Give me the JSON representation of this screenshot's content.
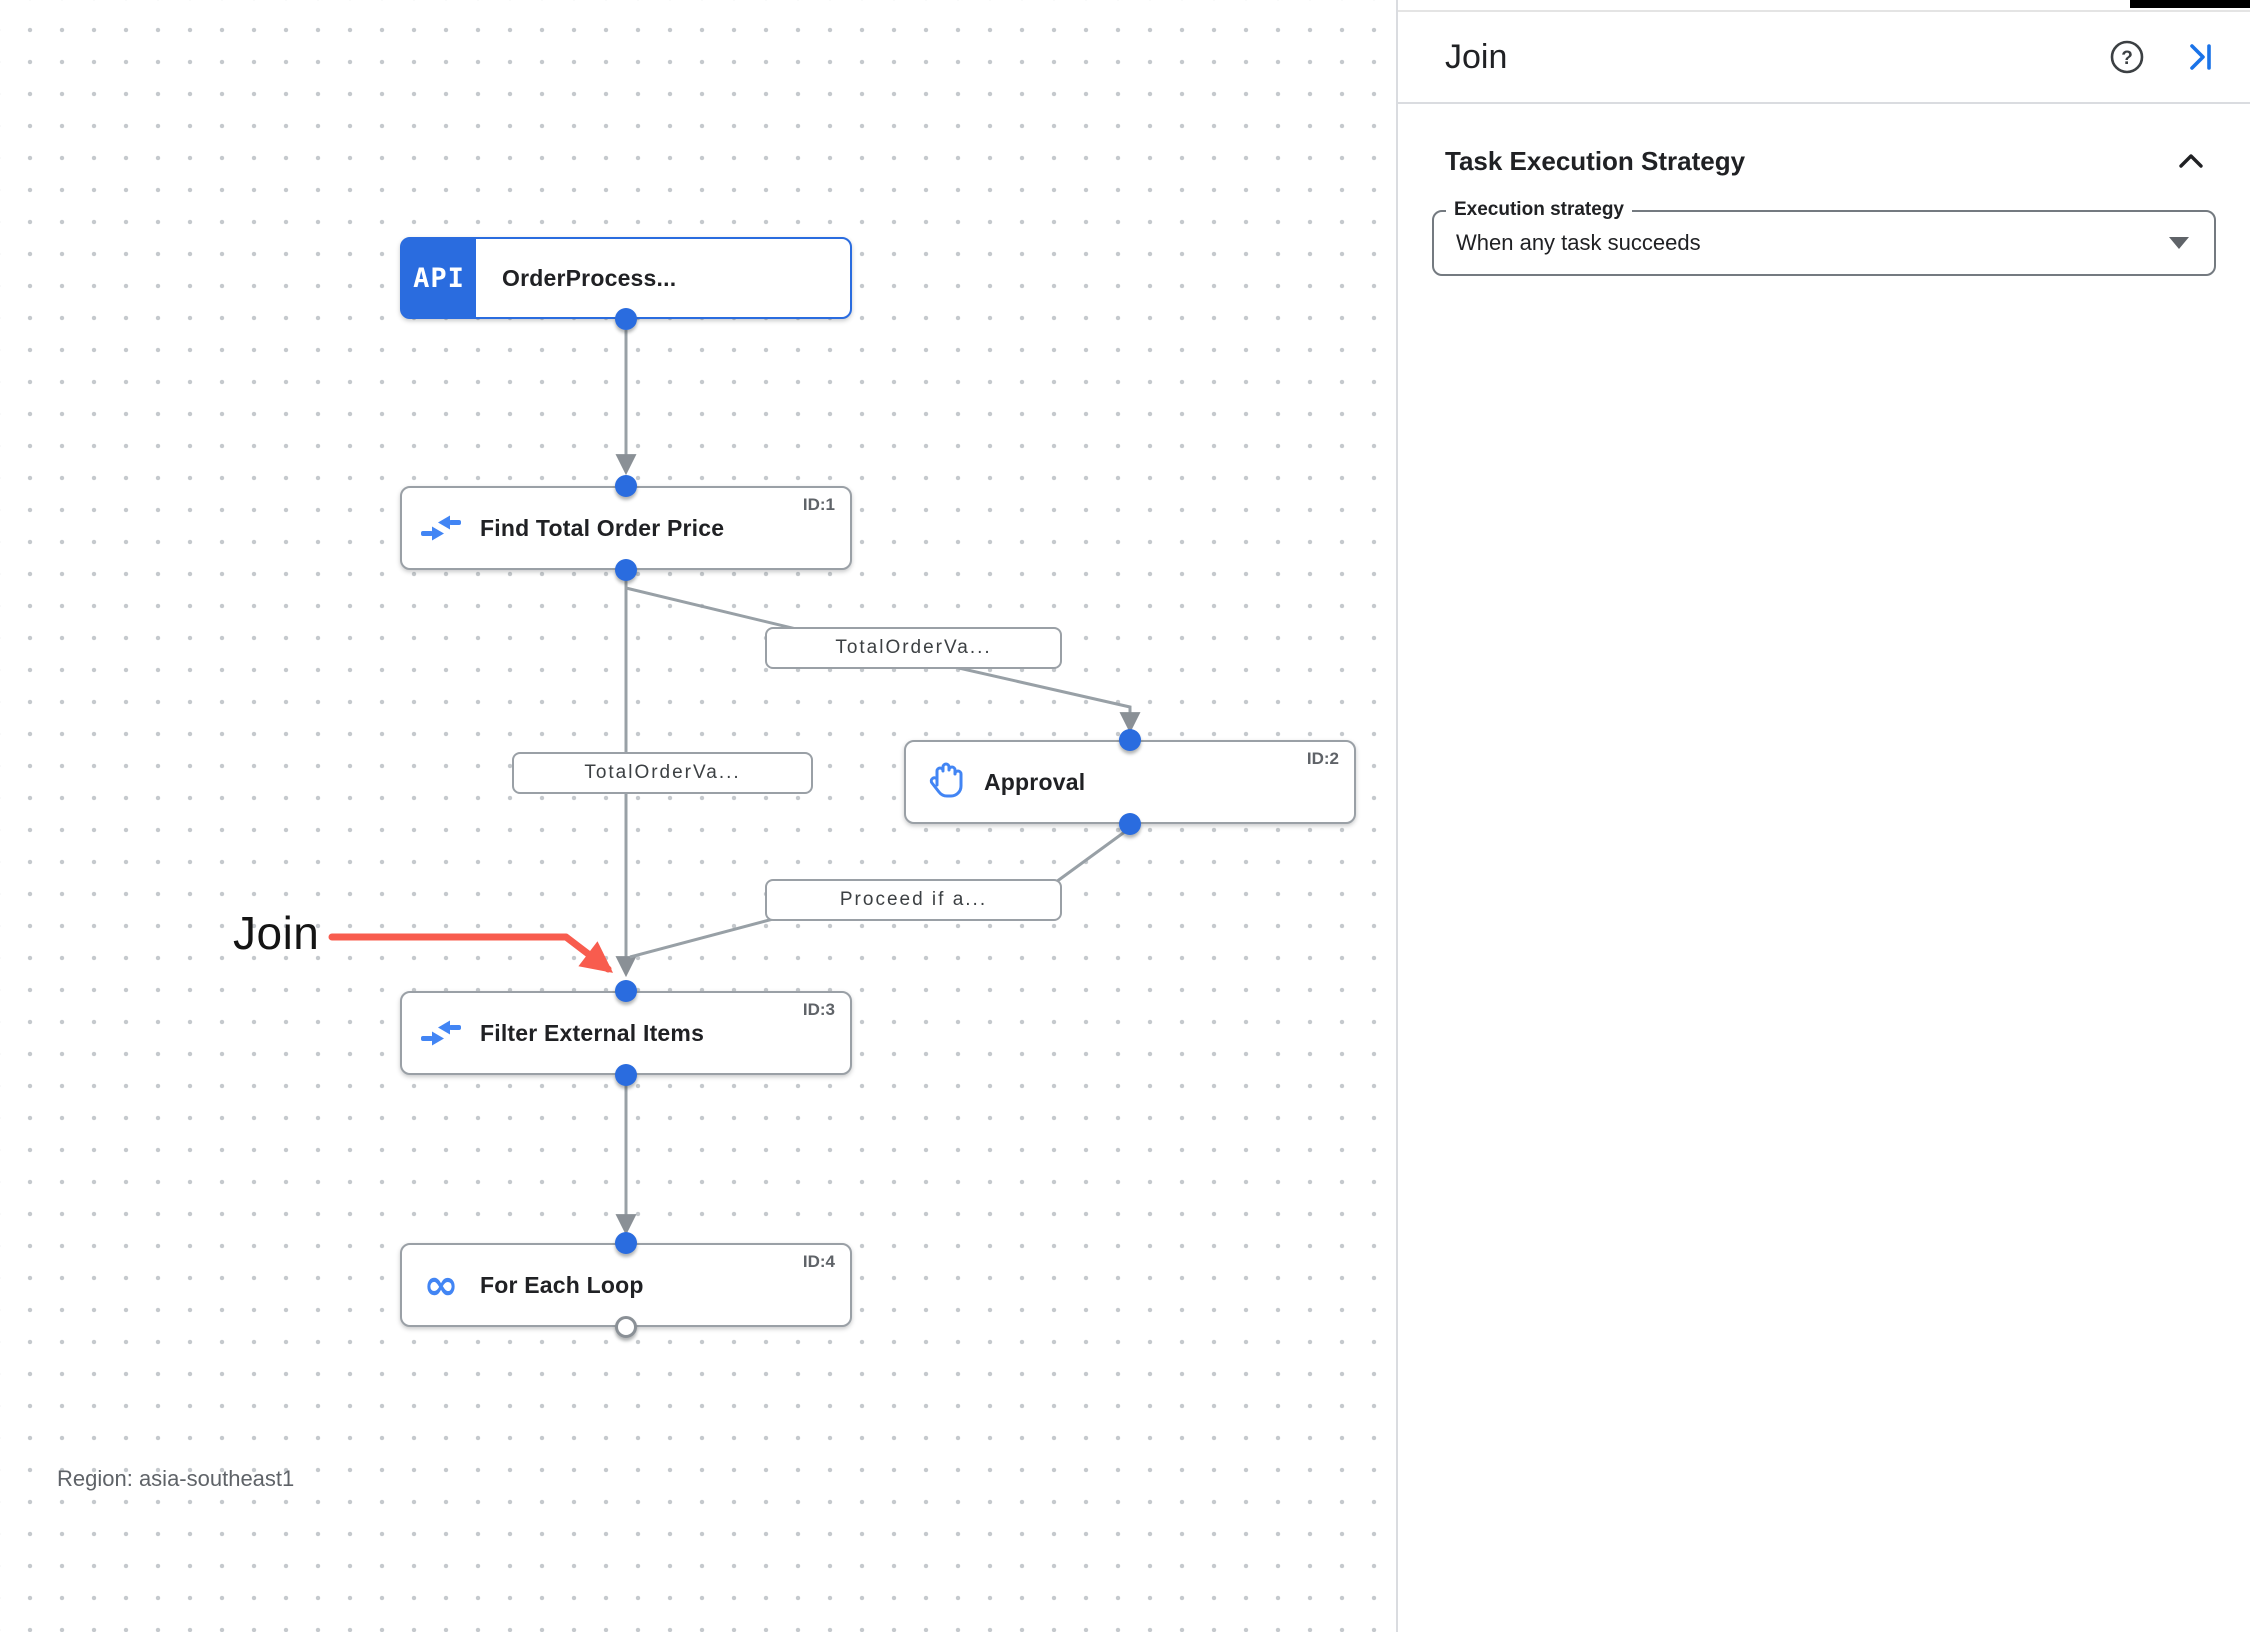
{
  "panel": {
    "title": "Join",
    "section_title": "Task Execution Strategy",
    "field_label": "Execution strategy",
    "field_value": "When any task succeeds",
    "help_glyph": "?"
  },
  "annotation": {
    "label": "Join"
  },
  "canvas": {
    "region_label": "Region: asia-southeast1",
    "nodes": {
      "trigger": {
        "label": "OrderProcess...",
        "icon_text": "API"
      },
      "task1": {
        "label": "Find Total Order Price",
        "id": "ID:1"
      },
      "task2": {
        "label": "Approval",
        "id": "ID:2"
      },
      "task3": {
        "label": "Filter External Items",
        "id": "ID:3"
      },
      "task4": {
        "label": "For Each Loop",
        "id": "ID:4",
        "icon_glyph": "∞"
      }
    },
    "edge_labels": {
      "to_approval": "TotalOrderVa...",
      "to_filter": "TotalOrderVa...",
      "from_approval": "Proceed if a..."
    }
  },
  "colors": {
    "accent_blue": "#1a73e8",
    "node_blue": "#2a6cdf",
    "icon_blue": "#4285f4",
    "edge_gray": "#98a0a6",
    "annotation_red": "#f85c4e"
  }
}
